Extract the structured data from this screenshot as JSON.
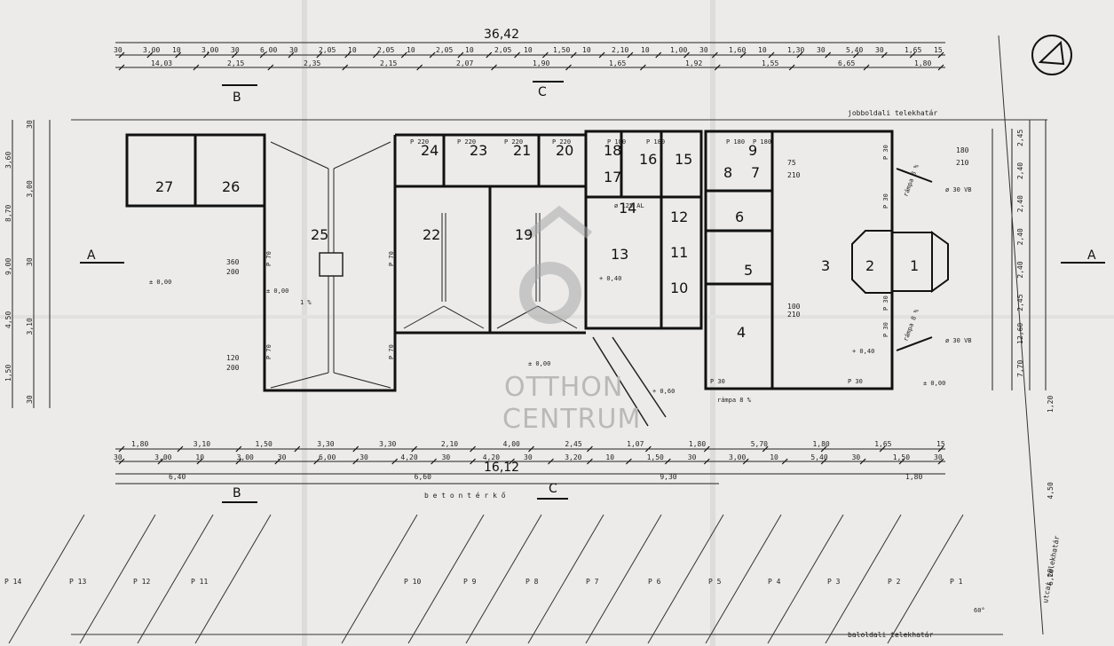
{
  "dimensions": {
    "overall_top": "36,42",
    "overall_bottom": "16,12",
    "top_row1": [
      "30",
      "3,00",
      "10",
      "3,00",
      "30",
      "6,00",
      "30",
      "2,05",
      "10",
      "2,05",
      "10",
      "2,05",
      "10",
      "2,05",
      "10",
      "1,50",
      "10",
      "2,10",
      "10",
      "1,00",
      "30",
      "1,60",
      "10",
      "1,30",
      "30",
      "5,40",
      "30",
      "1,65",
      "15"
    ],
    "top_row2": [
      "14,03",
      "2,15",
      "2,35",
      "2,15",
      "2,07",
      "1,90",
      "1,65",
      "1,92",
      "1,55",
      "6,65",
      "1,80"
    ],
    "bottom_row1": [
      "1,80",
      "3,10",
      "1,50",
      "3,30",
      "3,30",
      "2,10",
      "4,00",
      "2,45",
      "1,07",
      "1,80",
      "5,70",
      "1,80",
      "1,65",
      "15"
    ],
    "bottom_row2": [
      "30",
      "3,00",
      "10",
      "3,00",
      "30",
      "6,00",
      "30",
      "4,20",
      "30",
      "4,20",
      "30",
      "3,20",
      "10",
      "1,50",
      "30",
      "3,00",
      "10",
      "5,40",
      "30",
      "1,50",
      "30"
    ],
    "bottom_row3": [
      "6,40",
      "6,60",
      "9,30",
      "1,80"
    ],
    "left_outer": [
      "3,60",
      "8,70",
      "9,00",
      "4,50",
      "1,50"
    ],
    "left_inner": [
      "30",
      "3,00",
      "30",
      "3,10",
      "30"
    ],
    "right_outer": [
      "2,45",
      "2,40",
      "2,40",
      "2,40",
      "2,40",
      "2,45",
      "12,60",
      "7,70"
    ],
    "right_lower": [
      "1,20",
      "4,50",
      "6,20"
    ]
  },
  "rooms": [
    "27",
    "26",
    "25",
    "24",
    "23",
    "22",
    "21",
    "20",
    "19",
    "18",
    "17",
    "16",
    "15",
    "14",
    "13",
    "12",
    "11",
    "10",
    "9",
    "8",
    "7",
    "6",
    "5",
    "4",
    "3",
    "2",
    "1"
  ],
  "section_marks": {
    "a_left": "A",
    "a_right": "A",
    "b_top": "B",
    "b_bottom": "B",
    "c_top": "C",
    "c_bottom": "C"
  },
  "levels": {
    "l1": "± 0,00",
    "l2": "± 0,00",
    "l3": "+ 0,40",
    "l4": "+ 0,40",
    "l5": "+ 0,60",
    "l6": "± 0,00",
    "l7": "± 0,00"
  },
  "openings": [
    "P 220",
    "P 220",
    "P 220",
    "P 220",
    "P 180",
    "P 180",
    "P 180",
    "P 180",
    "P 70",
    "P 70",
    "P 70",
    "P 70",
    "P 30",
    "P 30",
    "P 30",
    "P 30",
    "P 30",
    "P 30"
  ],
  "door_sizes": [
    "360",
    "200",
    "120",
    "200",
    "100",
    "210",
    "180",
    "210",
    "75",
    "210"
  ],
  "notes": {
    "top_right": "jobboldali telekhatár",
    "bottom": "baloldali telekhatár",
    "street": "utcai telekhatár",
    "concrete": "b e t o n   t é r k ő",
    "ramp1": "rámpa 8 %",
    "ramp2": "rámpa 8 %",
    "ramp3": "rámpa 8 %",
    "vent1": "ø 30 VB",
    "vent2": "ø 30 VB",
    "angle": "60°",
    "slope1": "1 %",
    "pipe": "ø 125 AL"
  },
  "parking": [
    "P 14",
    "P 13",
    "P 12",
    "P 11",
    "P 10",
    "P 9",
    "P 8",
    "P 7",
    "P 6",
    "P 5",
    "P 4",
    "P 3",
    "P 2",
    "P 1"
  ],
  "watermark": {
    "line1": "OTTHON",
    "line2": "CENTRUM"
  }
}
